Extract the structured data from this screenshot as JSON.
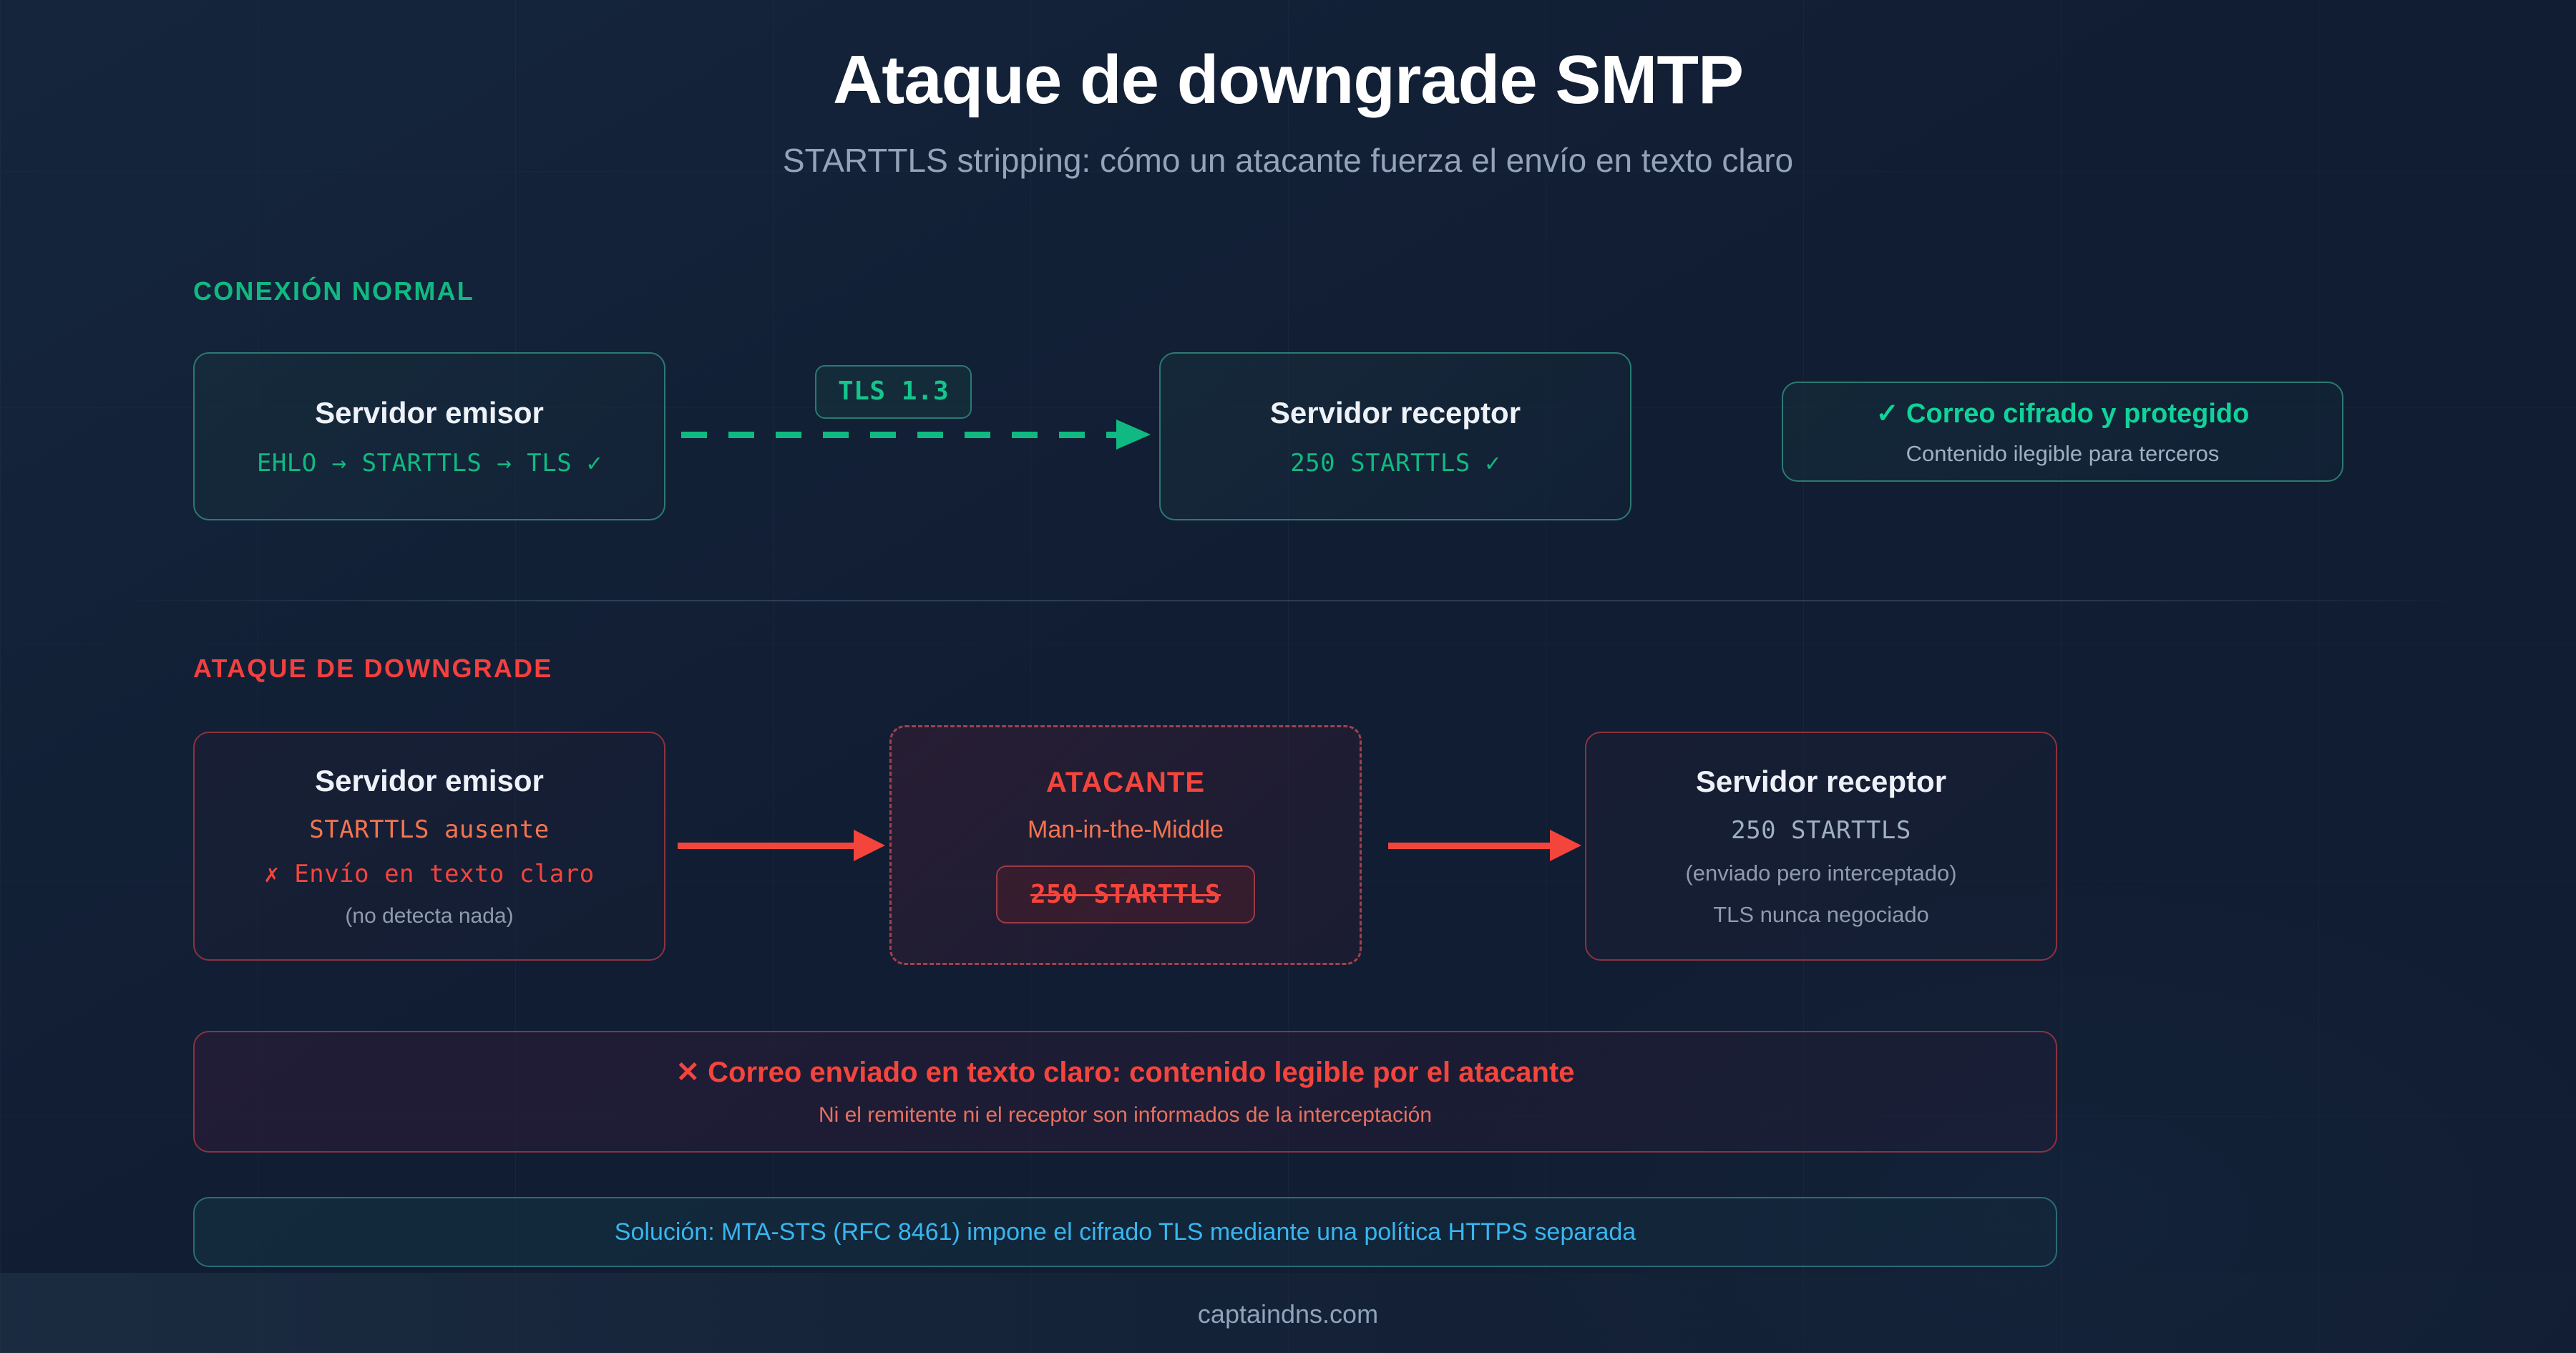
{
  "header": {
    "title": "Ataque de downgrade SMTP",
    "subtitle": "STARTTLS stripping: cómo un atacante fuerza el envío en texto claro"
  },
  "colors": {
    "background": "#111d33",
    "accent_green": "#10b981",
    "accent_red": "#f4453d",
    "accent_blue": "#38b6f0",
    "text_muted": "#94a3b8",
    "border_ok": "#2b7a72",
    "border_bad": "#8a3340"
  },
  "normal_section": {
    "label": "CONEXIÓN NORMAL",
    "sender": {
      "title": "Servidor emisor",
      "detail": "EHLO → STARTTLS → TLS ✓"
    },
    "link_badge": "TLS 1.3",
    "receiver": {
      "title": "Servidor receptor",
      "detail": "250 STARTTLS ✓"
    },
    "result": {
      "main": "✓ Correo cifrado y protegido",
      "sub": "Contenido ilegible para terceros"
    }
  },
  "attack_section": {
    "label": "ATAQUE DE DOWNGRADE",
    "sender": {
      "title": "Servidor emisor",
      "line1": "STARTTLS ausente",
      "line2": "✗ Envío en texto claro",
      "line3": "(no detecta nada)"
    },
    "attacker": {
      "title": "ATACANTE",
      "sub": "Man-in-the-Middle",
      "chip": "250 STARTTLS"
    },
    "receiver": {
      "title": "Servidor receptor",
      "line1": "250 STARTTLS",
      "line2": "(enviado pero interceptado)",
      "line3": "TLS nunca negociado"
    },
    "alert": {
      "main": "✕ Correo enviado en texto claro: contenido legible por el atacante",
      "sub": "Ni el remitente ni el receptor son informados de la interceptación"
    },
    "solution": {
      "main": "Solución: MTA-STS (RFC 8461) impone el cifrado TLS mediante una política HTTPS separada"
    }
  },
  "footer": {
    "source": "captaindns.com"
  }
}
